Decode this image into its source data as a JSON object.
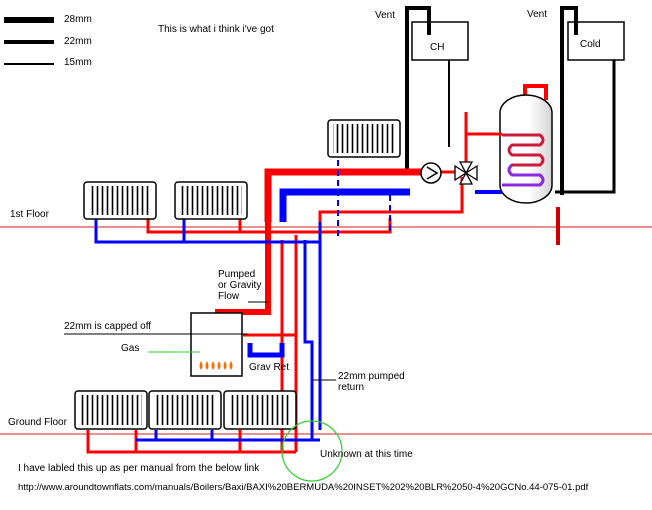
{
  "legend": {
    "items": [
      {
        "label": "28mm",
        "weight": "thick"
      },
      {
        "label": "22mm",
        "weight": "medium"
      },
      {
        "label": "15mm",
        "weight": "thin"
      }
    ]
  },
  "caption": "This is what i think i've got",
  "vessels": {
    "ch_vent": "Vent",
    "ch_tank": "CH",
    "cold_vent": "Vent",
    "cold_tank": "Cold"
  },
  "floors": {
    "first": "1st Floor",
    "ground": "Ground Floor"
  },
  "annotations": {
    "flow": "Pumped\nor Gravity\nFlow",
    "capped": "22mm is capped off",
    "gas": "Gas",
    "grav_ret": "Grav Ret",
    "pumped_return": "22mm pumped\nreturn",
    "unknown": "Unknown at this time"
  },
  "footer": {
    "note": "I have labled this up as per  manual from the below link",
    "url": "http://www.aroundtownflats.com/manuals/Boilers/Baxi/BAXI%20BERMUDA%20INSET%202%20BLR%2050-4%20GCNo.44-075-01.pdf"
  },
  "colors": {
    "flow": "#ff0000",
    "return": "#0000ff",
    "line": "#000000",
    "floor_line": "#cc2222",
    "flame": "#ff6a00",
    "callout": "#33cc33",
    "coil": "#9b1f8f"
  }
}
